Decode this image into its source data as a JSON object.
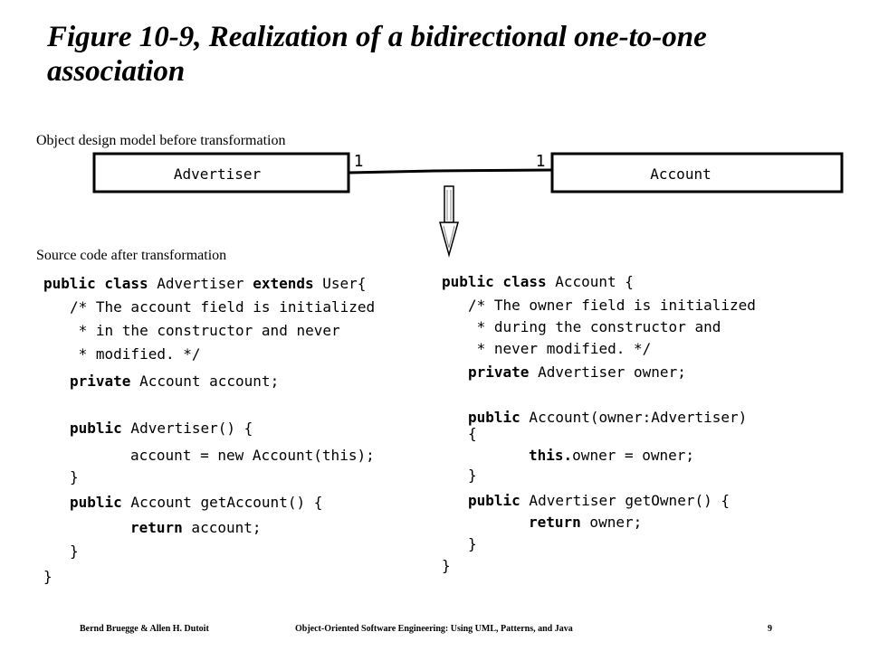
{
  "slide": {
    "title": "Figure 10-9, Realization of a bidirectional one-to-one association",
    "label_before": "Object design model before transformation",
    "label_after": "Source code after transformation"
  },
  "diagram": {
    "left_class": "Advertiser",
    "right_class": "Account",
    "left_multiplicity": "1",
    "right_multiplicity": "1"
  },
  "code_left": [
    {
      "kw": "public class",
      "text": " Advertiser "
    },
    {
      "kw": "",
      "text": "/* The account field is initialized"
    },
    {
      "kw": "",
      "text": " * in the constructor and never"
    },
    {
      "kw": "",
      "text": " * modified. */"
    },
    {
      "kw": "private",
      "text": " Account account;"
    },
    {
      "kw": "public",
      "text": " Advertiser() {"
    },
    {
      "kw": "",
      "text": "account = new Account(this);"
    },
    {
      "kw": "",
      "text": "}"
    },
    {
      "kw": "public",
      "text": " Account getAccount() {"
    },
    {
      "kw": "return",
      "text": " account;"
    },
    {
      "kw": "",
      "text": "}"
    },
    {
      "kw": "",
      "text": "}"
    }
  ],
  "code_left_extends_kw": "extends",
  "code_left_extends_text": " User{",
  "code_right": [
    {
      "kw": "public class",
      "text": " Account {"
    },
    {
      "kw": "",
      "text": "/* The owner field is initialized"
    },
    {
      "kw": "",
      "text": " * during the constructor and"
    },
    {
      "kw": "",
      "text": " * never modified. */"
    },
    {
      "kw": "private",
      "text": " Advertiser owner;"
    },
    {
      "kw": "public",
      "text": " Account(owner:Advertiser)"
    },
    {
      "kw": "",
      "text": "{"
    },
    {
      "kw": "this.",
      "text": "owner = owner;"
    },
    {
      "kw": "",
      "text": "}"
    },
    {
      "kw": "public",
      "text": " Advertiser getOwner() {"
    },
    {
      "kw": "return",
      "text": " owner;"
    },
    {
      "kw": "",
      "text": "}"
    },
    {
      "kw": "",
      "text": "}"
    }
  ],
  "footer": {
    "authors": "Bernd Bruegge & Allen H. Dutoit",
    "book": "Object-Oriented Software Engineering: Using UML, Patterns, and Java",
    "page": "9"
  }
}
